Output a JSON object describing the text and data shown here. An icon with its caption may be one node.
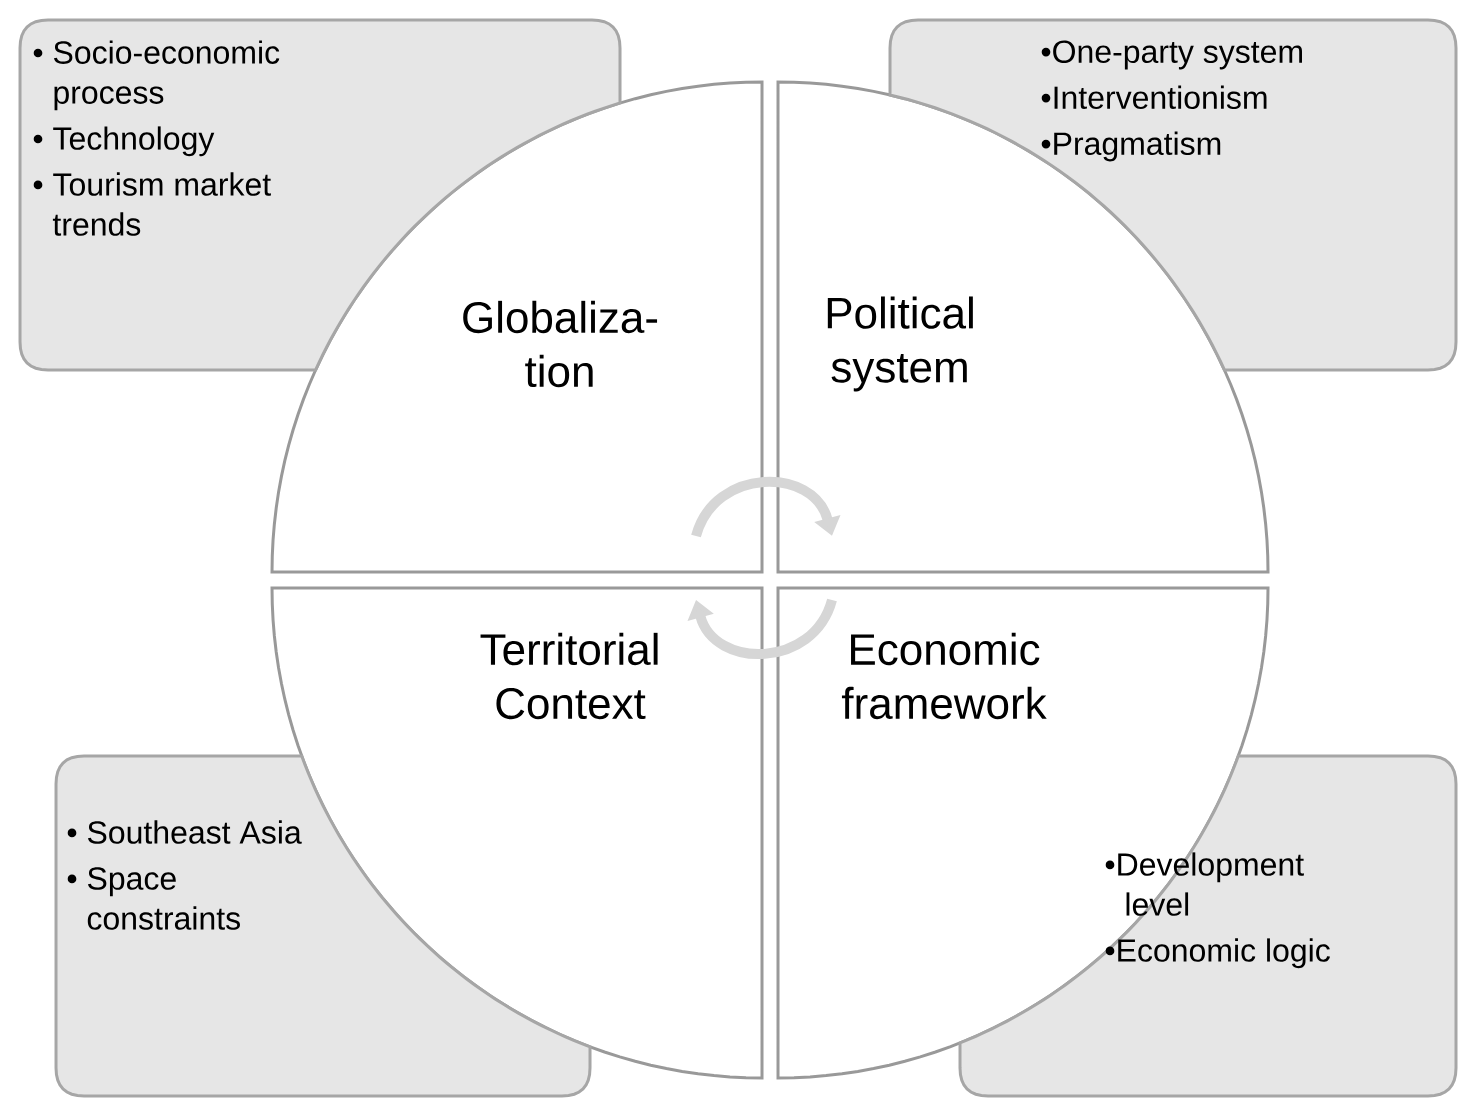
{
  "diagram": {
    "nodes": [
      {
        "text": [
          "• Socio-economic process",
          "• Technology",
          "• Tourism market trends"
        ]
      },
      {
        "text": [
          "•One-party system",
          "•Interventionism",
          "•Pragmatism"
        ]
      },
      {
        "text": [
          "Globaliza- tion"
        ]
      },
      {
        "text": [
          "Political system"
        ]
      },
      {
        "text": [
          "Territorial Context"
        ]
      },
      {
        "text": [
          "Economic framework"
        ]
      },
      {
        "text": [
          "• Southeast Asia",
          "• Space constraints"
        ]
      },
      {
        "text": [
          "•Development level",
          "•Economic logic"
        ]
      }
    ],
    "edges": [
      {
        "from": 2,
        "to": 3,
        "arrow": "to"
      },
      {
        "from": 5,
        "to": 4,
        "arrow": "to"
      }
    ]
  }
}
